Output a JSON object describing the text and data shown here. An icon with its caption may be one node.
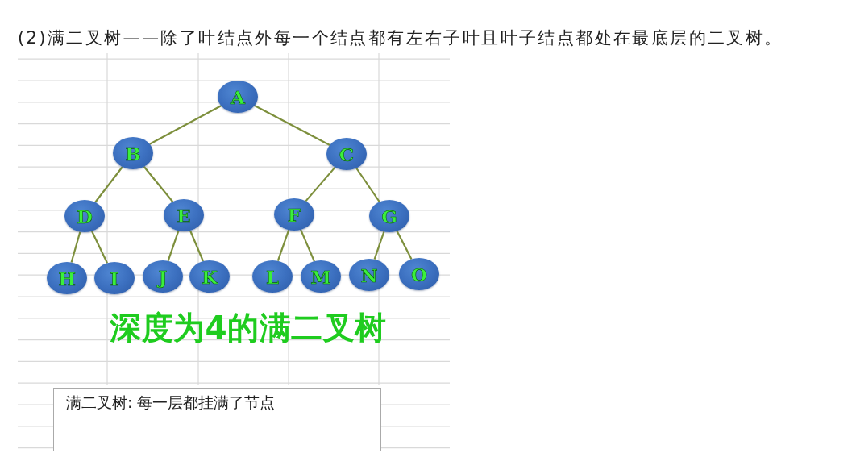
{
  "diagram": {
    "title": "(2)满二叉树——除了叶结点外每一个结点都有左右子叶且叶子结点都处在最底层的二叉树。",
    "nodes": [
      {
        "text": [
          "A"
        ]
      },
      {
        "text": [
          "B"
        ]
      },
      {
        "text": [
          "C"
        ]
      },
      {
        "text": [
          "D"
        ]
      },
      {
        "text": [
          "E"
        ]
      },
      {
        "text": [
          "F"
        ]
      },
      {
        "text": [
          "G"
        ]
      },
      {
        "text": [
          "H"
        ]
      },
      {
        "text": [
          "I"
        ]
      },
      {
        "text": [
          "J"
        ]
      },
      {
        "text": [
          "K"
        ]
      },
      {
        "text": [
          "L"
        ]
      },
      {
        "text": [
          "M"
        ]
      },
      {
        "text": [
          "N"
        ]
      },
      {
        "text": [
          "O"
        ]
      },
      {
        "text": [
          "满二叉树: 每一层都挂满了节点"
        ]
      }
    ],
    "edges": [
      {
        "from": 0,
        "to": 1,
        "arrow": "none"
      },
      {
        "from": 0,
        "to": 2,
        "arrow": "none"
      },
      {
        "from": 1,
        "to": 3,
        "arrow": "none"
      },
      {
        "from": 1,
        "to": 4,
        "arrow": "none"
      },
      {
        "from": 2,
        "to": 5,
        "arrow": "none"
      },
      {
        "from": 2,
        "to": 6,
        "arrow": "none"
      },
      {
        "from": 3,
        "to": 7,
        "arrow": "none"
      },
      {
        "from": 3,
        "to": 8,
        "arrow": "none"
      },
      {
        "from": 4,
        "to": 9,
        "arrow": "none"
      },
      {
        "from": 4,
        "to": 10,
        "arrow": "none"
      },
      {
        "from": 5,
        "to": 11,
        "arrow": "none"
      },
      {
        "from": 5,
        "to": 12,
        "arrow": "none"
      },
      {
        "from": 6,
        "to": 13,
        "arrow": "none"
      },
      {
        "from": 6,
        "to": 14,
        "arrow": "none"
      }
    ],
    "caption": "深度为4的满二叉树"
  }
}
